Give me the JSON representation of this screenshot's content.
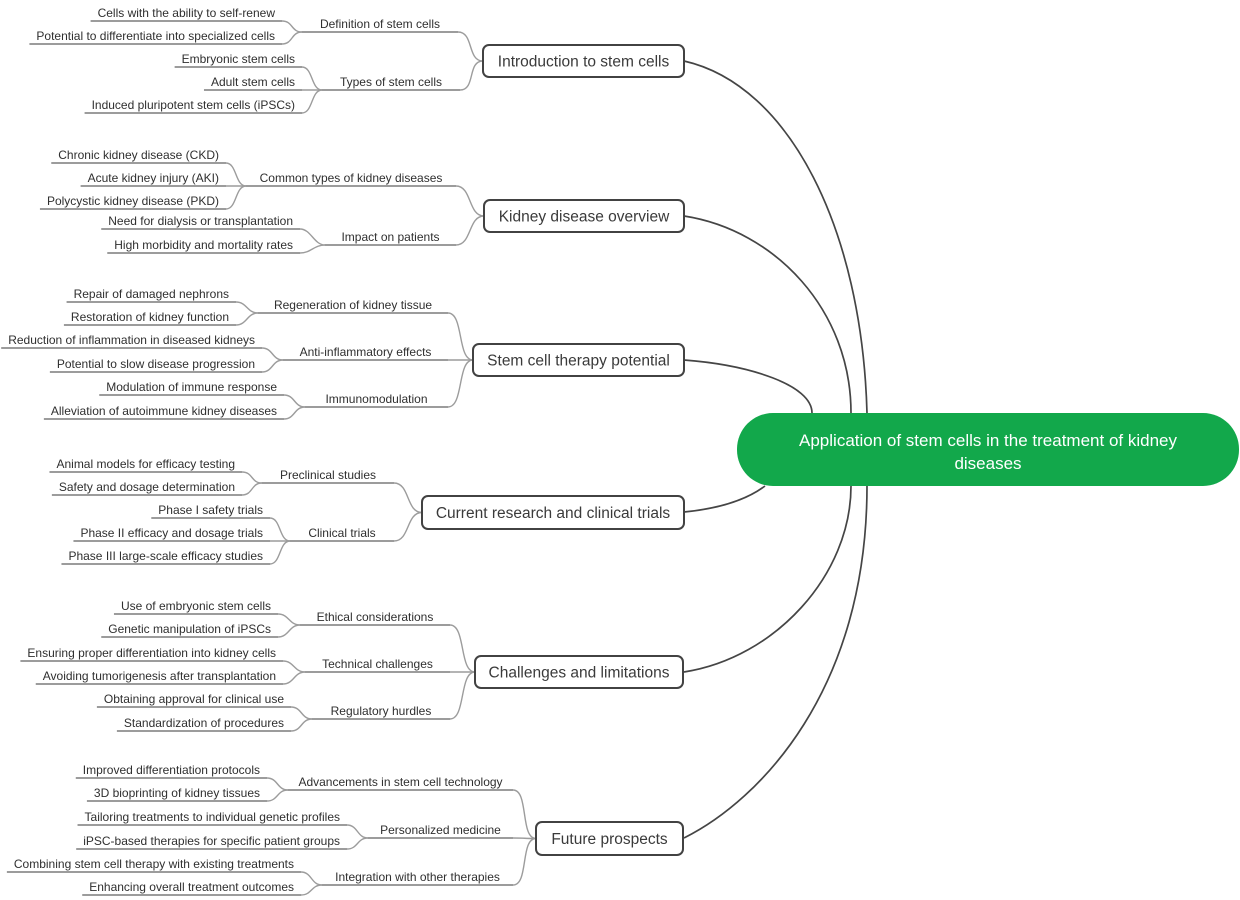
{
  "mindmap": {
    "root": {
      "label": "Application of stem cells in the treatment of kidney diseases",
      "lines": [
        "Application of stem cells in the treatment of kidney",
        "diseases"
      ],
      "color": "#12a84b",
      "text_color": "#ffffff"
    },
    "colors": {
      "background": "#ffffff",
      "accent_green": "#12a84b",
      "node_border": "#424242",
      "node_fill": "#ffffff",
      "node_text": "#3a3a3a",
      "leaf_text": "#2f2f2f",
      "link_dark": "#454545",
      "link_light": "#9c9c9c"
    },
    "branches": [
      {
        "label": "Introduction to stem cells",
        "children": [
          {
            "label": "Definition of stem cells",
            "children": [
              {
                "label": "Cells with the ability to self-renew"
              },
              {
                "label": "Potential to differentiate into specialized cells"
              }
            ]
          },
          {
            "label": "Types of stem cells",
            "children": [
              {
                "label": "Embryonic stem cells"
              },
              {
                "label": "Adult stem cells"
              },
              {
                "label": "Induced pluripotent stem cells (iPSCs)"
              }
            ]
          }
        ]
      },
      {
        "label": "Kidney disease overview",
        "children": [
          {
            "label": "Common types of kidney diseases",
            "children": [
              {
                "label": "Chronic kidney disease (CKD)"
              },
              {
                "label": "Acute kidney injury (AKI)"
              },
              {
                "label": "Polycystic kidney disease (PKD)"
              }
            ]
          },
          {
            "label": "Impact on patients",
            "children": [
              {
                "label": "Need for dialysis or transplantation"
              },
              {
                "label": "High morbidity and mortality rates"
              }
            ]
          }
        ]
      },
      {
        "label": "Stem cell therapy potential",
        "children": [
          {
            "label": "Regeneration of kidney tissue",
            "children": [
              {
                "label": "Repair of damaged nephrons"
              },
              {
                "label": "Restoration of kidney function"
              }
            ]
          },
          {
            "label": "Anti-inflammatory effects",
            "children": [
              {
                "label": "Reduction of inflammation in diseased kidneys"
              },
              {
                "label": "Potential to slow disease progression"
              }
            ]
          },
          {
            "label": "Immunomodulation",
            "children": [
              {
                "label": "Modulation of immune response"
              },
              {
                "label": "Alleviation of autoimmune kidney diseases"
              }
            ]
          }
        ]
      },
      {
        "label": "Current research and clinical trials",
        "children": [
          {
            "label": "Preclinical studies",
            "children": [
              {
                "label": "Animal models for efficacy testing"
              },
              {
                "label": "Safety and dosage determination"
              }
            ]
          },
          {
            "label": "Clinical trials",
            "children": [
              {
                "label": "Phase I safety trials"
              },
              {
                "label": "Phase II efficacy and dosage trials"
              },
              {
                "label": "Phase III large-scale efficacy studies"
              }
            ]
          }
        ]
      },
      {
        "label": "Challenges and limitations",
        "children": [
          {
            "label": "Ethical considerations",
            "children": [
              {
                "label": "Use of embryonic stem cells"
              },
              {
                "label": "Genetic manipulation of iPSCs"
              }
            ]
          },
          {
            "label": "Technical challenges",
            "children": [
              {
                "label": "Ensuring proper differentiation into kidney cells"
              },
              {
                "label": "Avoiding tumorigenesis after transplantation"
              }
            ]
          },
          {
            "label": "Regulatory hurdles",
            "children": [
              {
                "label": "Obtaining approval for clinical use"
              },
              {
                "label": "Standardization of procedures"
              }
            ]
          }
        ]
      },
      {
        "label": "Future prospects",
        "children": [
          {
            "label": "Advancements in stem cell technology",
            "children": [
              {
                "label": "Improved differentiation protocols"
              },
              {
                "label": "3D bioprinting of kidney tissues"
              }
            ]
          },
          {
            "label": "Personalized medicine",
            "children": [
              {
                "label": "Tailoring treatments to individual genetic profiles"
              },
              {
                "label": "iPSC-based therapies for specific patient groups"
              }
            ]
          },
          {
            "label": "Integration with other therapies",
            "children": [
              {
                "label": "Combining stem cell therapy with existing treatments"
              },
              {
                "label": "Enhancing overall treatment outcomes"
              }
            ]
          }
        ]
      }
    ]
  }
}
